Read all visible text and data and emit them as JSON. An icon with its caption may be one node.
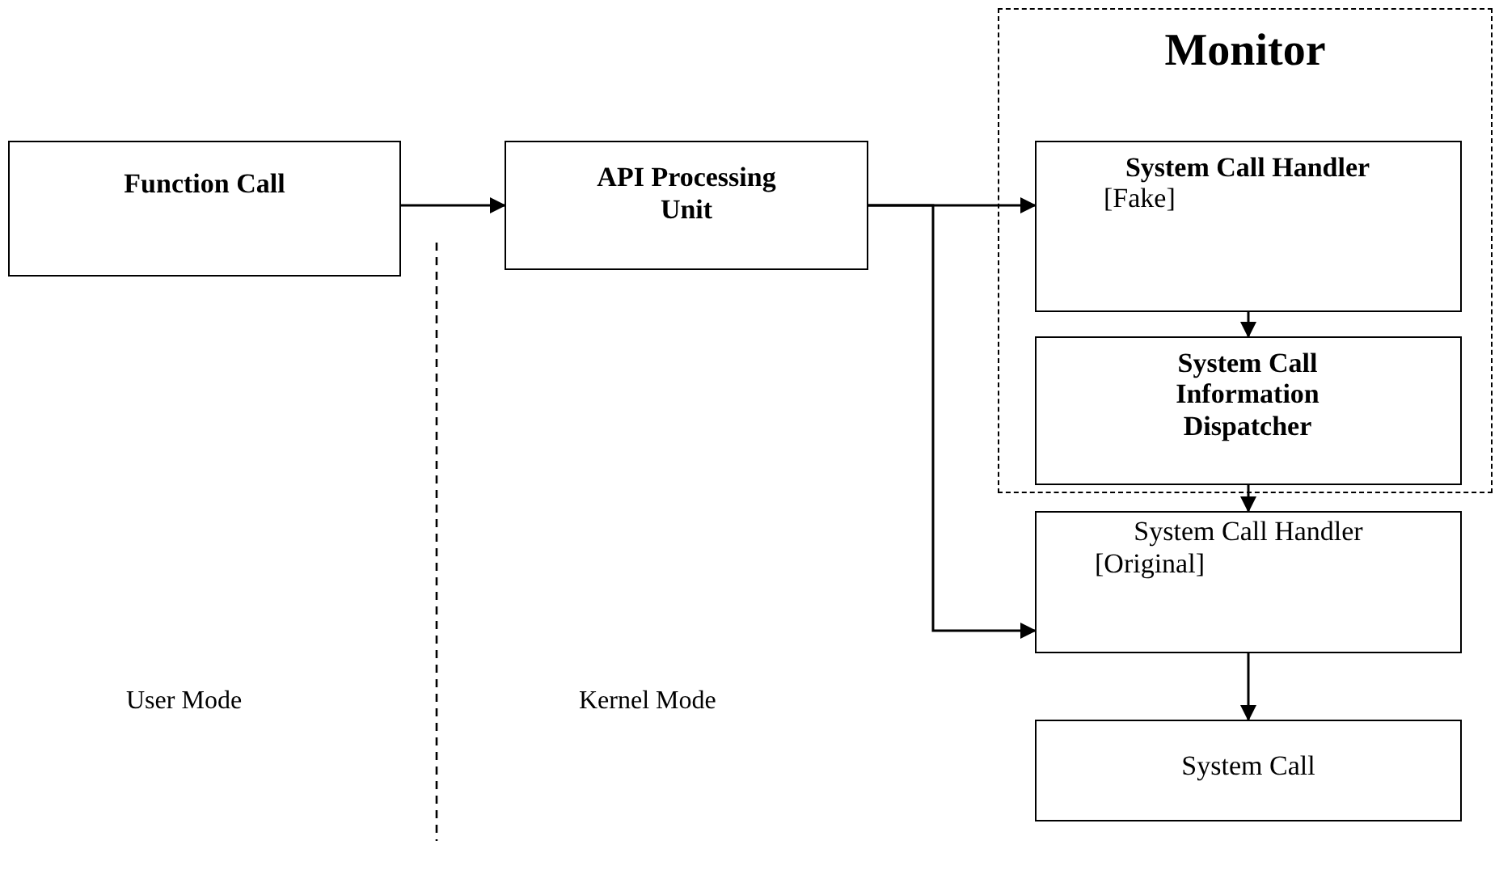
{
  "diagram": {
    "nodes": [
      {
        "text": [
          "Function Call"
        ]
      },
      {
        "text": [
          "API Processing Unit"
        ]
      },
      {
        "text": [
          "Monitor"
        ]
      },
      {
        "text": [
          "System Call Handler",
          "[Fake]"
        ],
        "in": 2
      },
      {
        "text": [
          "System Call Information Dispatcher"
        ],
        "in": 2
      },
      {
        "text": [
          "System Call Handler",
          "[Original]"
        ]
      },
      {
        "text": [
          "System Call"
        ]
      }
    ],
    "edges": [
      {
        "from": 0,
        "to": 1,
        "arrow": "to"
      },
      {
        "from": 1,
        "to": 3,
        "arrow": "to"
      },
      {
        "from": 1,
        "to": 5,
        "arrow": "to"
      },
      {
        "from": 3,
        "to": 4,
        "arrow": "to"
      },
      {
        "from": 4,
        "to": 5,
        "arrow": "to"
      },
      {
        "from": 5,
        "to": 6,
        "arrow": "to"
      }
    ],
    "labels": [
      "User Mode",
      "Kernel Mode"
    ]
  }
}
